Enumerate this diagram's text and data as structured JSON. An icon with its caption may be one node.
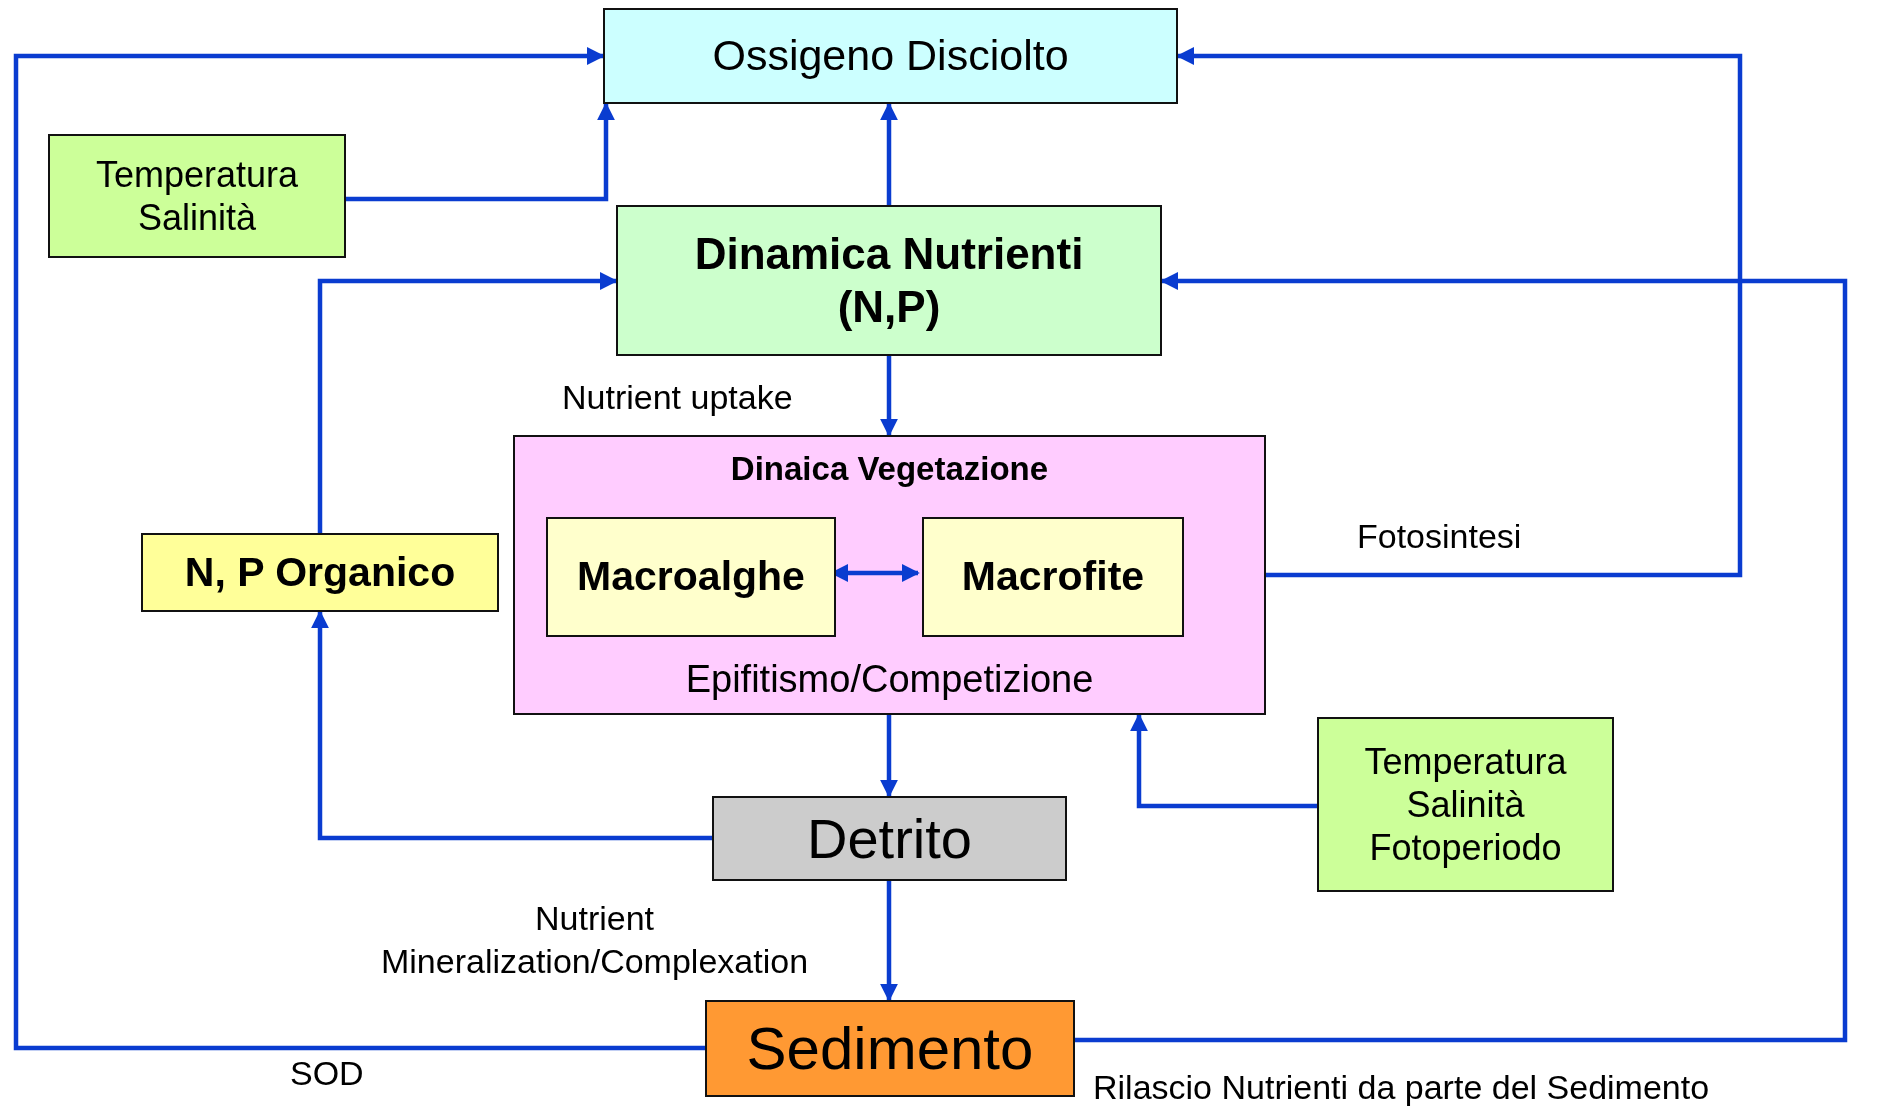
{
  "diagram": {
    "nodes": [
      {
        "text": [
          "Ossigeno Disciolto"
        ]
      },
      {
        "text": [
          "Temperatura Salinità"
        ]
      },
      {
        "text": [
          "Dinamica Nutrienti (N,P)"
        ]
      },
      {
        "text": [
          "Dinaica Vegetazione",
          "Epifitismo/Competizione"
        ]
      },
      {
        "text": [
          "Macroalghe"
        ],
        "in": 3
      },
      {
        "text": [
          "Macrofite"
        ],
        "in": 3
      },
      {
        "text": [
          "N, P Organico"
        ]
      },
      {
        "text": [
          "Detrito"
        ]
      },
      {
        "text": [
          "Temperatura Salinità Fotoperiodo"
        ]
      },
      {
        "text": [
          "Sedimento"
        ]
      }
    ],
    "edges": [
      {
        "from": 9,
        "to": 0,
        "arrow": "to",
        "label": "SOD"
      },
      {
        "from": 1,
        "to": 0,
        "arrow": "to"
      },
      {
        "from": 2,
        "to": 0,
        "arrow": "to"
      },
      {
        "from": 3,
        "to": 0,
        "arrow": "to",
        "label": "Fotosintesi"
      },
      {
        "from": 6,
        "to": 2,
        "arrow": "to"
      },
      {
        "from": 9,
        "to": 2,
        "arrow": "to",
        "label": "Rilascio Nutrienti da parte del Sedimento"
      },
      {
        "from": 2,
        "to": 3,
        "arrow": "to",
        "label": "Nutrient uptake"
      },
      {
        "from": 4,
        "to": 5,
        "arrow": "both"
      },
      {
        "from": 3,
        "to": 7,
        "arrow": "to"
      },
      {
        "from": 7,
        "to": 6,
        "arrow": "to"
      },
      {
        "from": 8,
        "to": 3,
        "arrow": "to"
      },
      {
        "from": 7,
        "to": 9,
        "arrow": "to",
        "label": "Nutrient Mineralization/Complexation"
      }
    ]
  }
}
